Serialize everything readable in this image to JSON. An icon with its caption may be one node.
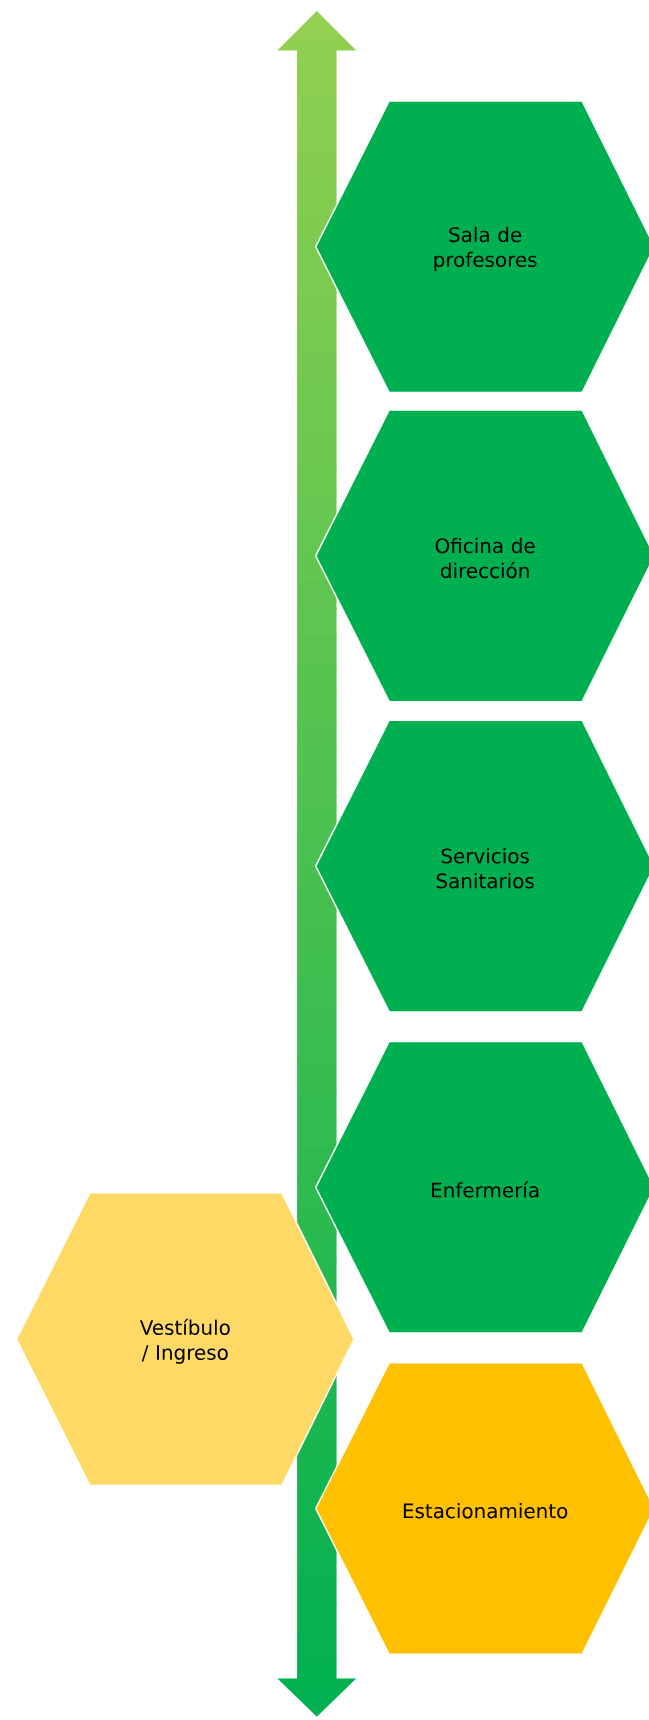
{
  "diagram": {
    "nodes": [
      {
        "text": [
          "Sala de profesores"
        ]
      },
      {
        "text": [
          "Oficina de dirección"
        ]
      },
      {
        "text": [
          "Servicios Sanitarios"
        ]
      },
      {
        "text": [
          "Enfermería"
        ]
      },
      {
        "text": [
          "Vestíbulo / Ingreso"
        ]
      },
      {
        "text": [
          "Estacionamiento"
        ]
      }
    ]
  }
}
